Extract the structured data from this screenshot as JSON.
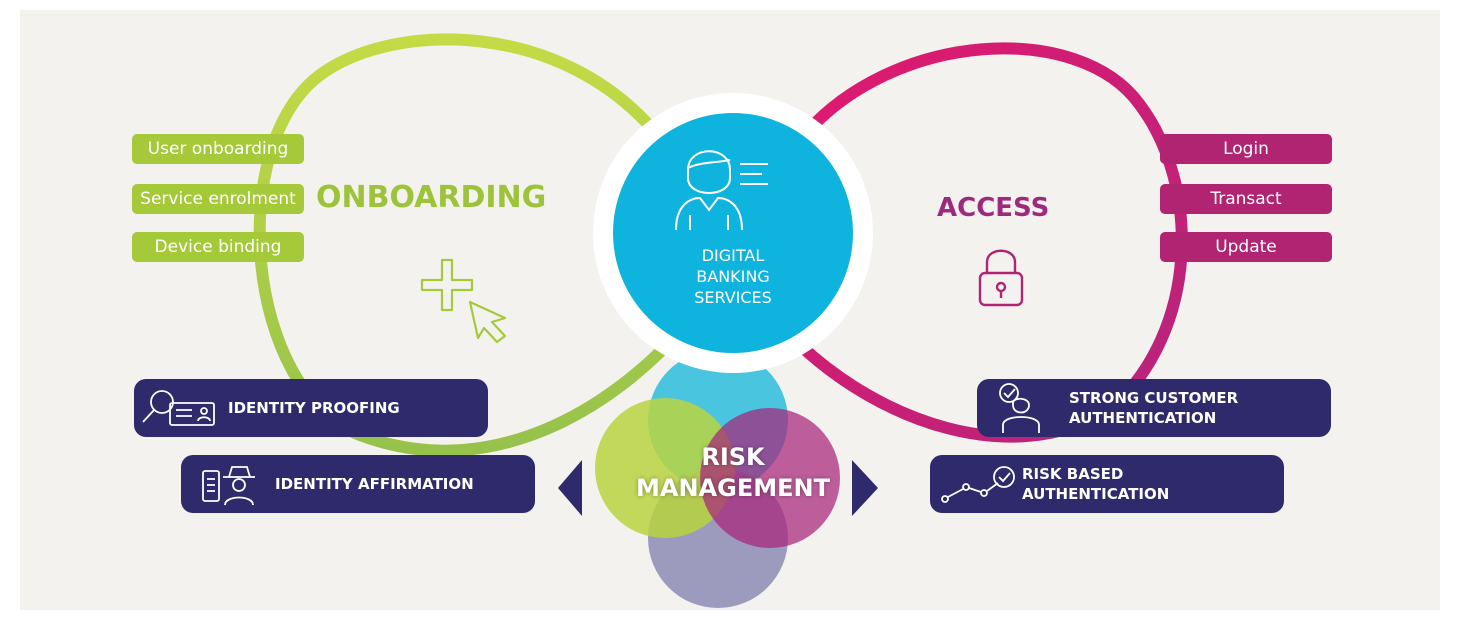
{
  "onboarding": {
    "heading": "ONBOARDING",
    "items": [
      "User onboarding",
      "Service enrolment",
      "Device binding"
    ],
    "color": "#a6c93a"
  },
  "access": {
    "heading": "ACCESS",
    "items": [
      "Login",
      "Transact",
      "Update"
    ],
    "color": "#b02472"
  },
  "center": {
    "lines": [
      "DIGITAL",
      "BANKING",
      "SERVICES"
    ],
    "color": "#0eb3de"
  },
  "risk": {
    "lines": [
      "RISK",
      "MANAGEMENT"
    ]
  },
  "capabilities": {
    "identity_proofing": "IDENTITY PROOFING",
    "identity_affirmation": "IDENTITY AFFIRMATION",
    "sca_line1": "STRONG CUSTOMER",
    "sca_line2": "AUTHENTICATION",
    "rba_line1": "RISK BASED",
    "rba_line2": "AUTHENTICATION",
    "color": "#2f2a6b"
  },
  "icons": [
    "plus-cursor-icon",
    "padlock-icon",
    "user-icon",
    "magnifier-id-card-icon",
    "spy-id-card-icon",
    "checked-user-icon",
    "trend-check-icon",
    "arrow-left-icon",
    "arrow-right-icon"
  ]
}
